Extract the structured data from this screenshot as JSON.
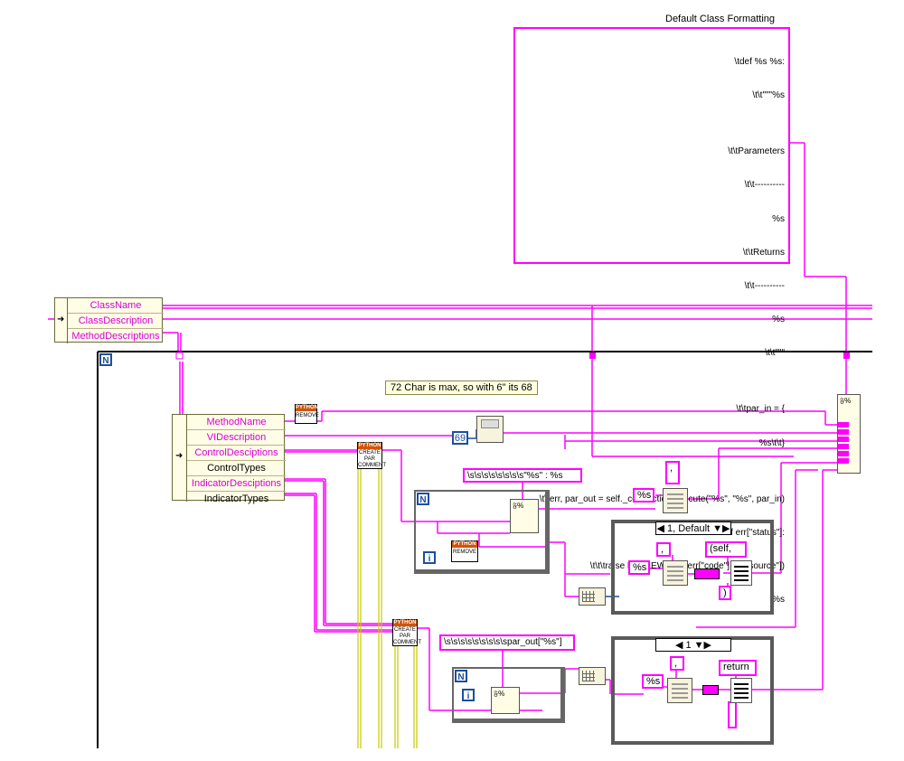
{
  "default_format": {
    "title": "Default Class Formatting",
    "lines": [
      "\\tdef %s %s:",
      "\\t\\t\"\"\"%s",
      "",
      "\\t\\tParameters",
      "\\t\\t----------",
      "%s",
      "\\t\\tReturns",
      "\\t\\t----------",
      "%s",
      "\\t\\t\"\"\"",
      "",
      "\\t\\tpar_in = {",
      "%s\\t\\t}",
      "",
      "\\t\\terr, par_out = self._connection.execute(\"%s\", \"%s\", par_in)",
      "\\t\\tif err[\"status\"]:",
      "\\t\\t\\traise LabVIEWerror(err[\"code\"],err[\"source\"])",
      "%s"
    ]
  },
  "class_cluster": {
    "fields": [
      "ClassName",
      "ClassDescription",
      "MethodDescriptions"
    ]
  },
  "method_cluster": {
    "fields": [
      "MethodName",
      "VIDescription",
      "ControlDesciptions",
      "ControlTypes",
      "IndicatorDesciptions",
      "IndicatorTypes"
    ]
  },
  "comment": "72 Char is max, so with 6\" its 68",
  "constants": {
    "num_69": "69",
    "param_format": "\\s\\s\\s\\s\\s\\s\\s\\s\"%s\" : %s",
    "pctS_1": "%s",
    "comma_1": ",",
    "pctS_2": "%s",
    "comma_2": ",",
    "self_prefix": "(self,",
    "close_paren": ")",
    "out_format": "\\s\\s\\s\\s\\s\\s\\s\\s\\spar_out[\"%s\"]",
    "pctS_3": "%s",
    "comma_3": ",",
    "return_kw": "return"
  },
  "case_structures": {
    "case1_label": "1, Default",
    "case2_label": "1"
  },
  "python_tags": {
    "header": "PYTHON",
    "remove": "REMOVE",
    "create": "CREATE PAR COMMENT"
  },
  "loop_labels": {
    "n": "N",
    "i": "i"
  },
  "icons": [
    "format-into-string-icon",
    "concatenate-strings-icon",
    "build-array-icon",
    "array-to-spreadsheet-icon",
    "bundle-icon",
    "loop-terminal-icon"
  ],
  "colors": {
    "string_wire": "#ff00ff",
    "int_wire": "#1d4ea0",
    "array_wire": "#c8c800",
    "frame": "#5a5a5a"
  }
}
